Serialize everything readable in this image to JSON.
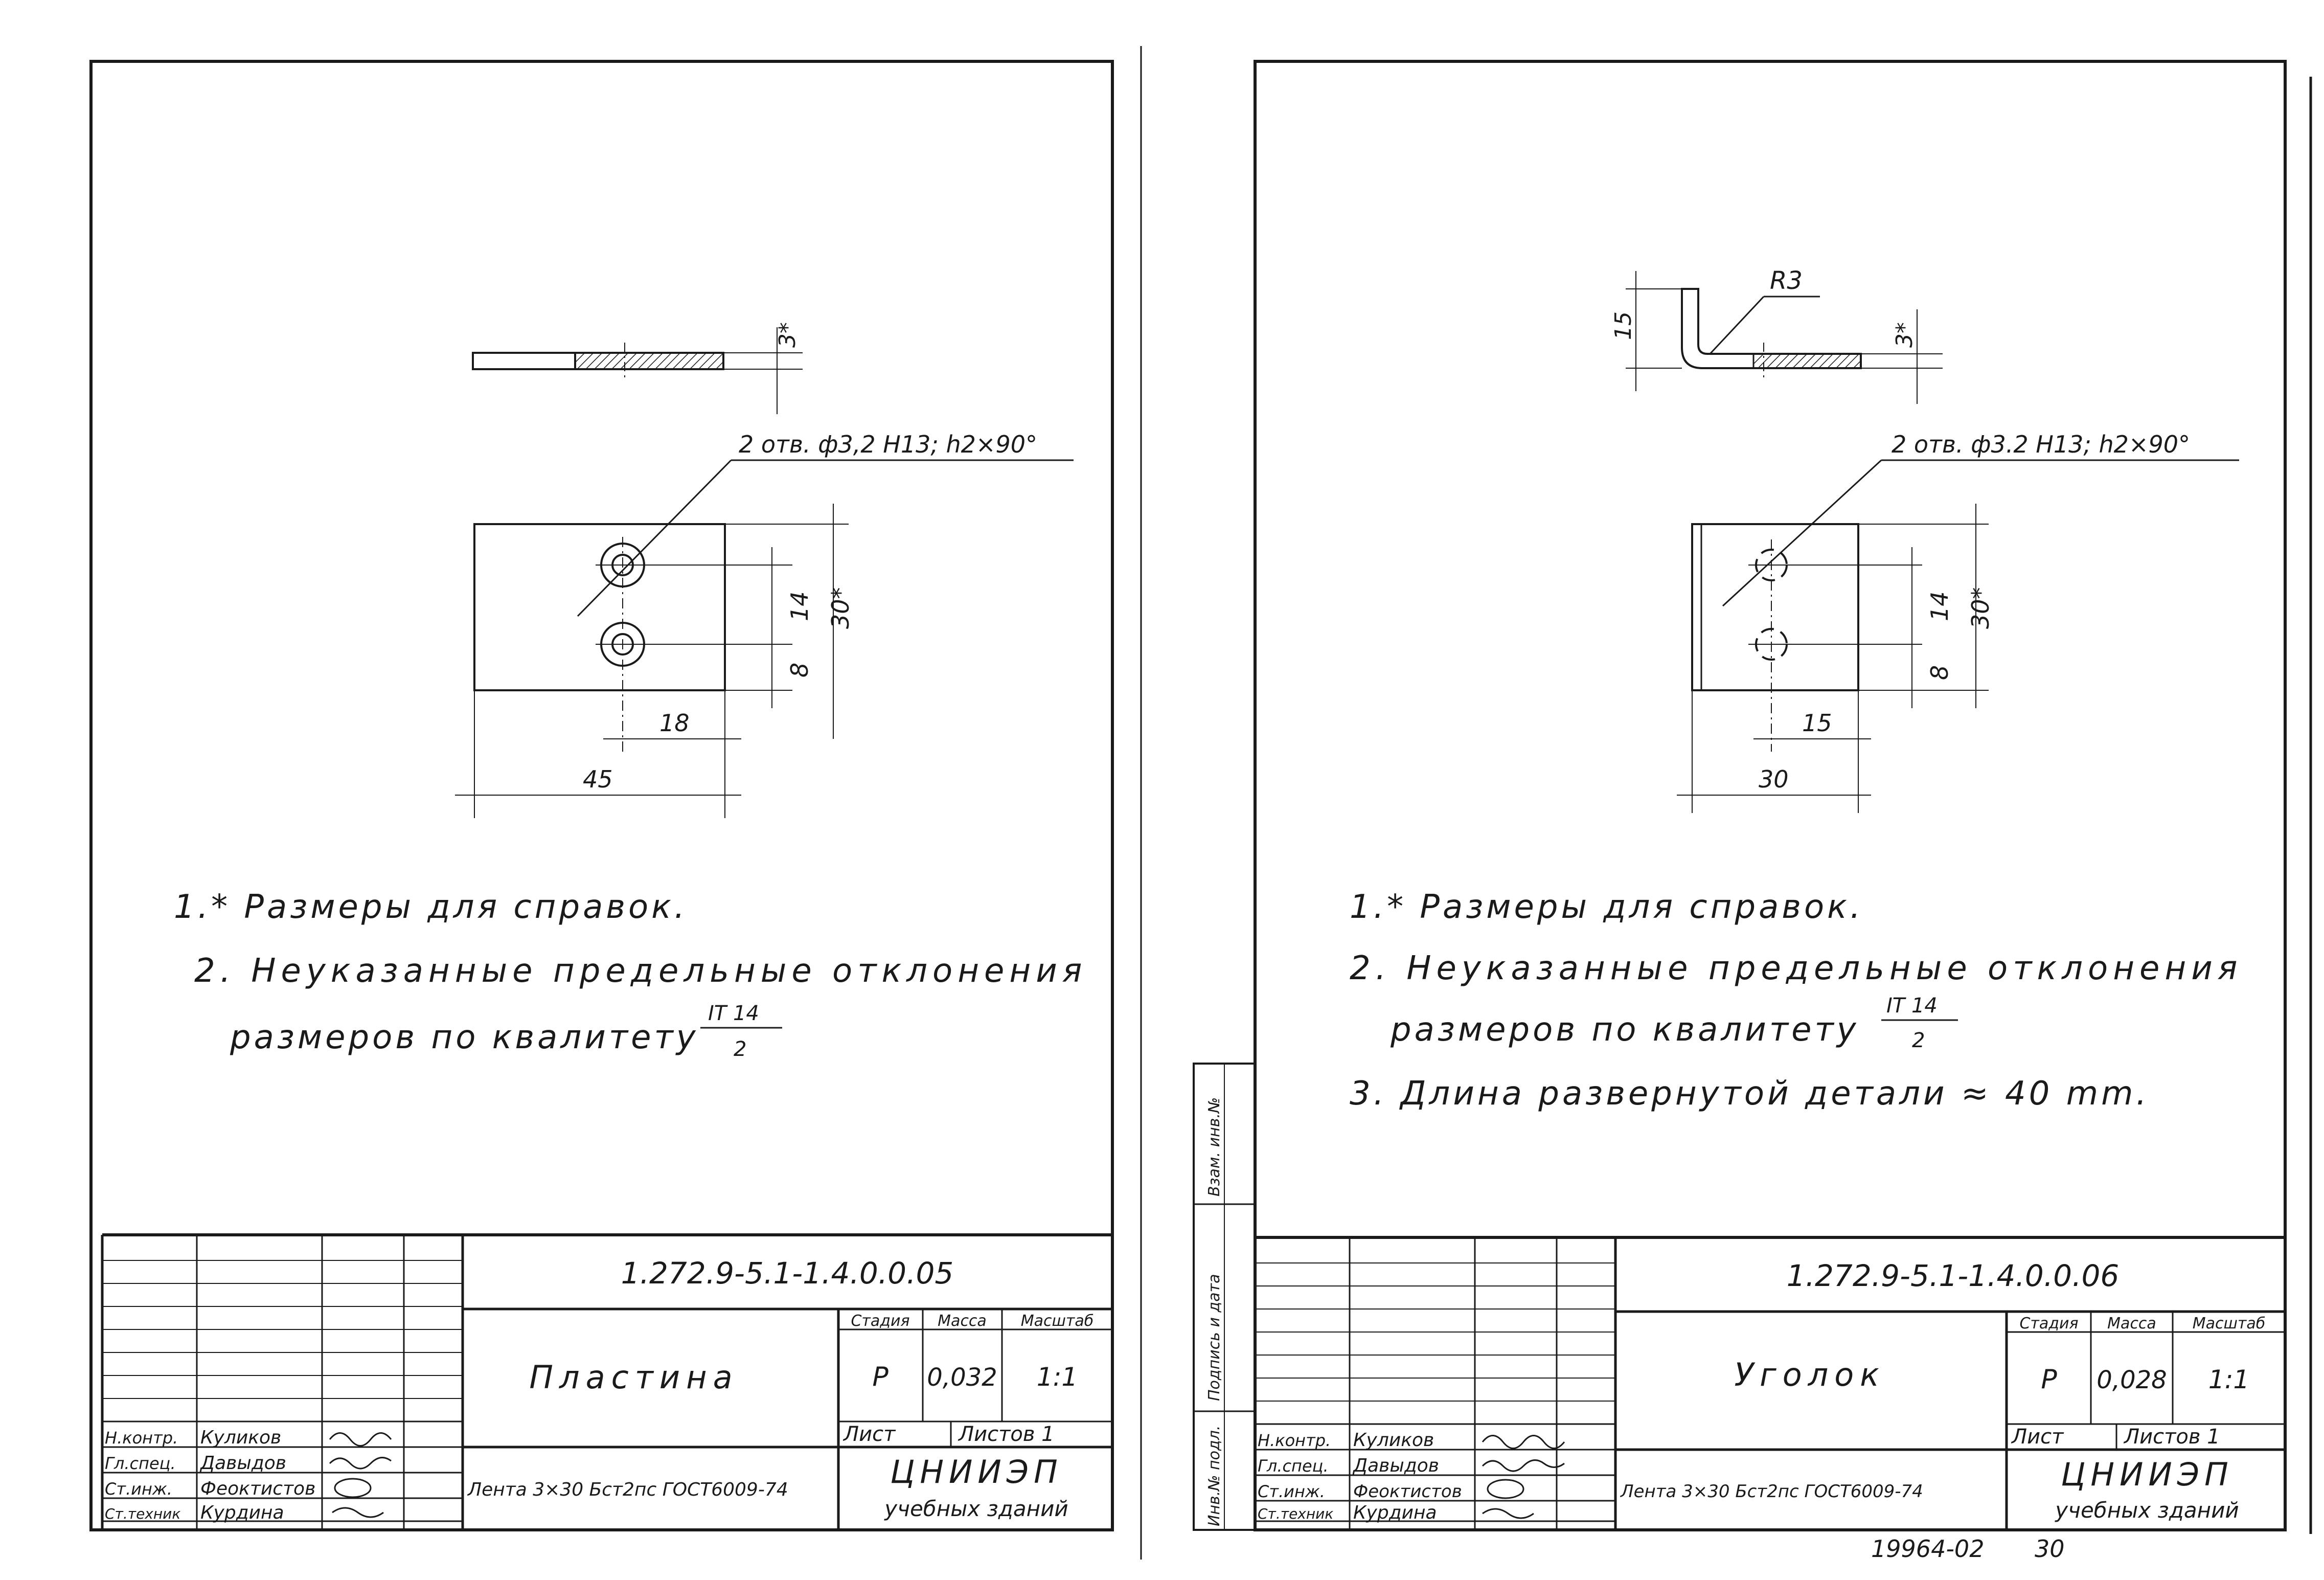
{
  "left_sheet": {
    "title_block": {
      "designation": "1.272.9-5.1-1.4.0.0.05",
      "part_name": "Пластина",
      "stage_header": "Стадия",
      "mass_header": "Масса",
      "scale_header": "Масштаб",
      "stage": "Р",
      "mass": "0,032",
      "scale": "1:1",
      "sheet_label": "Лист",
      "sheets_label": "Листов 1",
      "material": "Лента 3×30 Бст2пс ГОСТ6009-74",
      "org_line1": "ЦНИИЭП",
      "org_line2": "учебных зданий",
      "signers": [
        {
          "role": "Н.контр.",
          "name": "Куликов"
        },
        {
          "role": "Гл.спец.",
          "name": "Давыдов"
        },
        {
          "role": "Ст.инж.",
          "name": "Феоктистов"
        },
        {
          "role": "Ст.техник",
          "name": "Курдина"
        }
      ]
    },
    "dims": {
      "thickness": "3*",
      "holes": "2 отв. ф3,2 Н13; h2×90°",
      "pitch": "14",
      "edge": "8",
      "height": "30*",
      "hole_x": "18",
      "length": "45"
    },
    "notes": [
      "1.* Размеры для справок.",
      "2. Неуказанные предельные отклонения",
      "размеров по квалитету"
    ],
    "tolerance_num": "IT 14",
    "tolerance_den": "2"
  },
  "right_sheet": {
    "title_block": {
      "designation": "1.272.9-5.1-1.4.0.0.06",
      "part_name": "Уголок",
      "stage_header": "Стадия",
      "mass_header": "Масса",
      "scale_header": "Масштаб",
      "stage": "Р",
      "mass": "0,028",
      "scale": "1:1",
      "sheet_label": "Лист",
      "sheets_label": "Листов 1",
      "material": "Лента 3×30 Бст2пс ГОСТ6009-74",
      "org_line1": "ЦНИИЭП",
      "org_line2": "учебных зданий",
      "signers": [
        {
          "role": "Н.контр.",
          "name": "Куликов"
        },
        {
          "role": "Гл.спец.",
          "name": "Давыдов"
        },
        {
          "role": "Ст.инж.",
          "name": "Феоктистов"
        },
        {
          "role": "Ст.техник",
          "name": "Курдина"
        }
      ]
    },
    "dims": {
      "radius": "R3",
      "flange": "15",
      "thickness": "3*",
      "holes": "2 отв. ф3.2 Н13; h2×90°",
      "pitch": "14",
      "edge": "8",
      "height": "30*",
      "hole_x": "15",
      "length": "30"
    },
    "notes": [
      "1.* Размеры для справок.",
      "2. Неуказанные предельные отклонения",
      "размеров по квалитету",
      "3. Длина развернутой детали ≈ 40 mm."
    ],
    "tolerance_num": "IT 14",
    "tolerance_den": "2",
    "side_stamps": [
      "Инв.№ подл.",
      "Подпись и дата",
      "Взам. инв.№"
    ]
  },
  "footer": {
    "archive_number": "19964-02",
    "page": "30"
  }
}
